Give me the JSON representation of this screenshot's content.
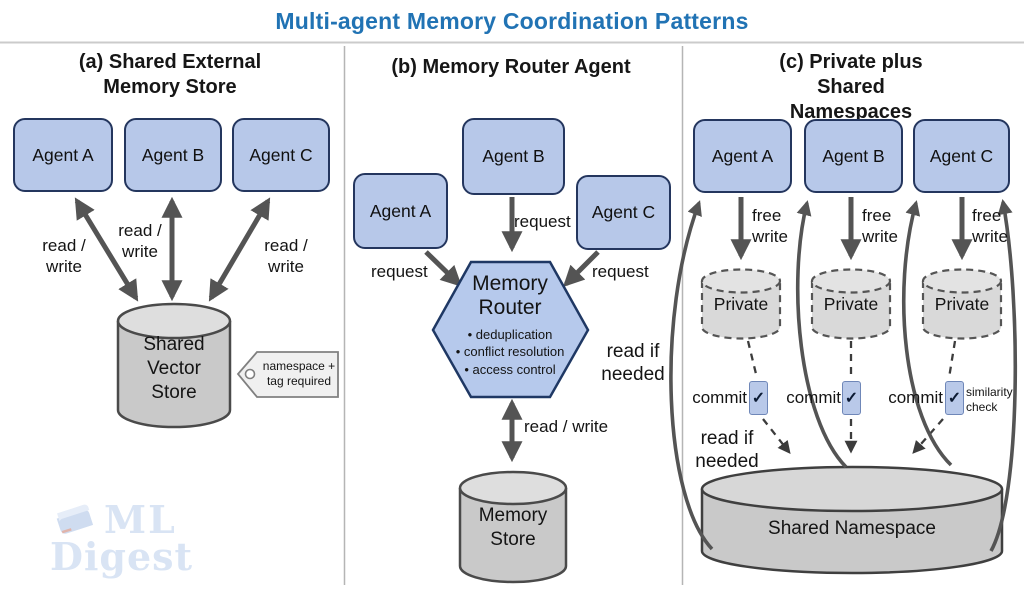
{
  "title": "Multi-agent Memory Coordination Patterns",
  "watermark": {
    "top": "ML",
    "bottom": "Digest"
  },
  "panel_a": {
    "heading": "(a) Shared External\nMemory Store",
    "agents": [
      "Agent A",
      "Agent B",
      "Agent C"
    ],
    "read_write_labels": [
      "read /\nwrite",
      "read /\nwrite",
      "read /\nwrite"
    ],
    "store_label": "Shared\nVector\nStore",
    "tag_label": "namespace +\ntag required"
  },
  "panel_b": {
    "heading": "(b) Memory Router Agent",
    "agents": [
      "Agent A",
      "Agent B",
      "Agent C"
    ],
    "request_labels": [
      "request",
      "request",
      "request"
    ],
    "router_title": "Memory\nRouter",
    "router_bullets": "• deduplication\n• conflict resolution\n• access control",
    "read_write_label": "read / write",
    "store_label": "Memory\nStore"
  },
  "panel_c": {
    "heading": "(c) Private plus Shared\nNamespaces",
    "agents": [
      "Agent A",
      "Agent B",
      "Agent C"
    ],
    "free_write_labels": [
      "free\nwrite",
      "free\nwrite",
      "free\nwrite"
    ],
    "private_labels": [
      "Private",
      "Private",
      "Private"
    ],
    "commit_labels": [
      "commit",
      "commit",
      "commit"
    ],
    "checkmarks": [
      "✓",
      "✓",
      "✓"
    ],
    "similarity_label": "similarity\ncheck",
    "read_if_needed_labels": [
      "read if\nneeded",
      "read if\nneeded"
    ],
    "shared_store_label": "Shared Namespace"
  },
  "colors": {
    "title_blue": "#2173b4",
    "agent_fill": "#b7c8e9",
    "agent_border": "#24365e",
    "hexagon_fill": "#b6c9ec",
    "cylinder_fill": "#c9c9c9",
    "cylinder_top_fill": "#dedede",
    "arrow_gray": "#545454",
    "watermark_blue": "#d9e4f4"
  }
}
